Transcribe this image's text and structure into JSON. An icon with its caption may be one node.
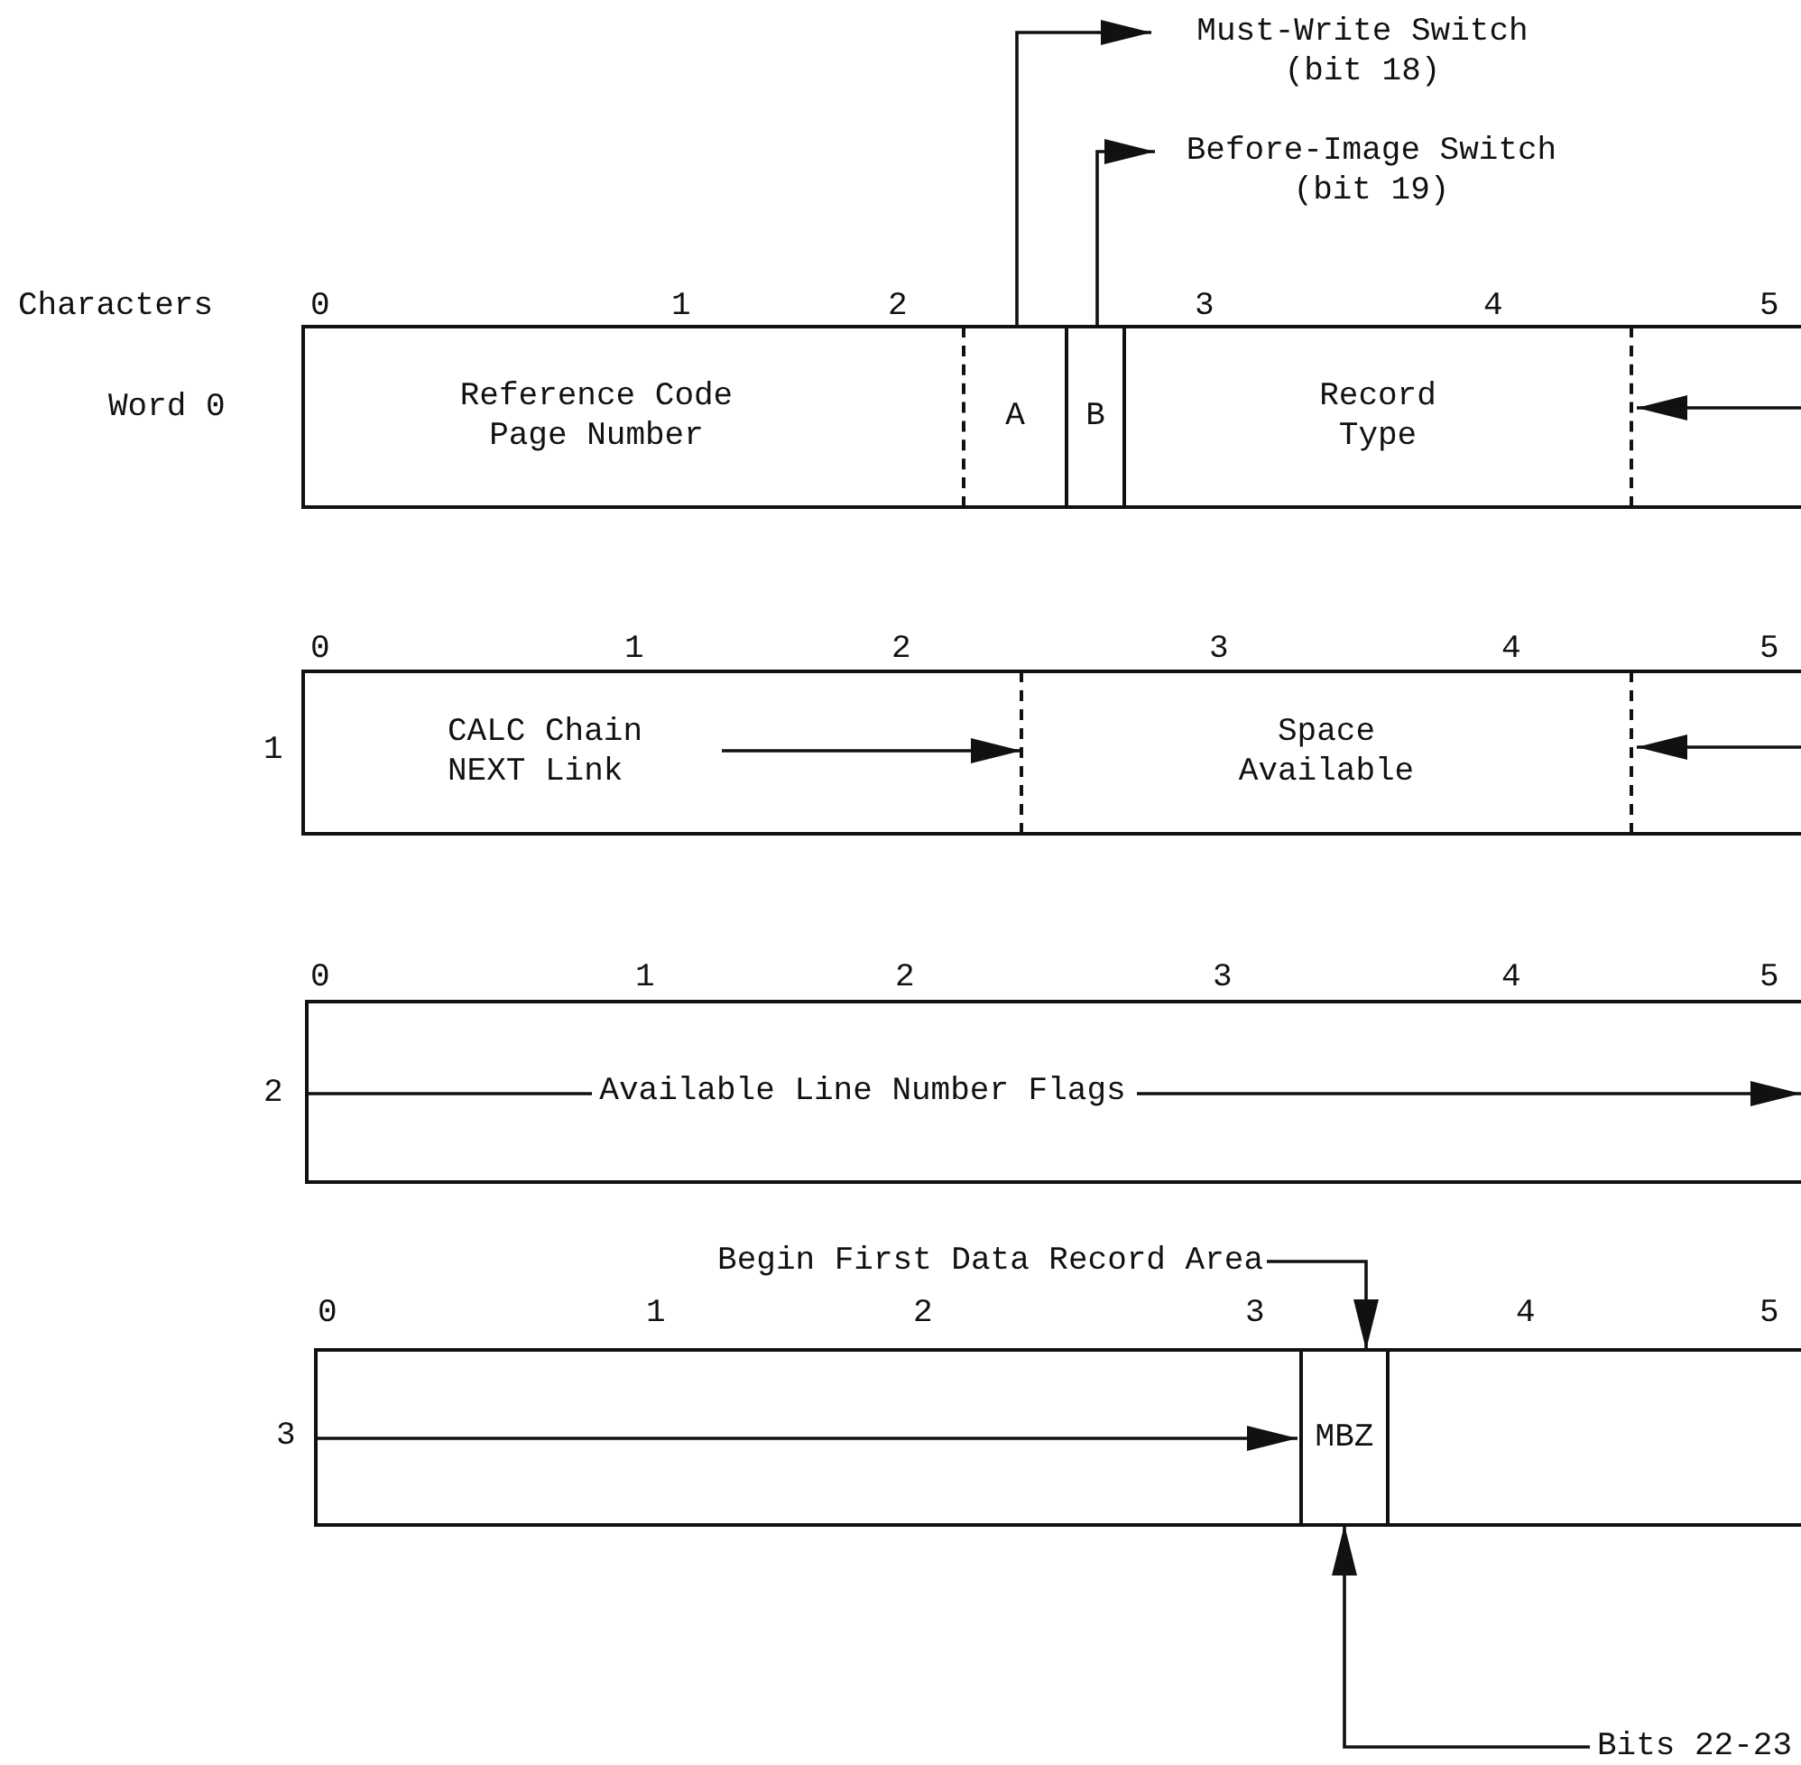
{
  "diagram": {
    "nodes": [
      {
        "text": [
          "Must-Write Switch (bit 18)"
        ]
      },
      {
        "text": [
          "Before-Image Switch (bit 19)"
        ]
      },
      {
        "text": [
          "Reference Code Page Number"
        ]
      },
      {
        "text": [
          "A"
        ]
      },
      {
        "text": [
          "B"
        ]
      },
      {
        "text": [
          "Record Type"
        ]
      },
      {
        "text": [
          "CALC Chain NEXT Link"
        ]
      },
      {
        "text": [
          "Space Available"
        ]
      },
      {
        "text": [
          "Available Line Number Flags"
        ]
      },
      {
        "text": [
          "Begin First Data Record Area"
        ]
      },
      {
        "text": [
          "MBZ"
        ]
      },
      {
        "text": [
          "Bits 22-23"
        ]
      }
    ],
    "edges": [
      {
        "from": 3,
        "to": 0,
        "arrow": "to"
      },
      {
        "from": 4,
        "to": 1,
        "arrow": "to"
      },
      {
        "from": 9,
        "to": 10,
        "arrow": "to"
      },
      {
        "from": 11,
        "to": 10,
        "arrow": "to"
      },
      {
        "from": 6,
        "to": 7,
        "arrow": "to"
      }
    ],
    "labels": [
      "Characters",
      "0",
      "1",
      "2",
      "3",
      "4",
      "5",
      "Word 0",
      "0",
      "1",
      "2",
      "3",
      "4",
      "5",
      "1",
      "0",
      "1",
      "2",
      "3",
      "4",
      "5",
      "2",
      "0",
      "1",
      "2",
      "3",
      "4",
      "5",
      "3"
    ]
  }
}
